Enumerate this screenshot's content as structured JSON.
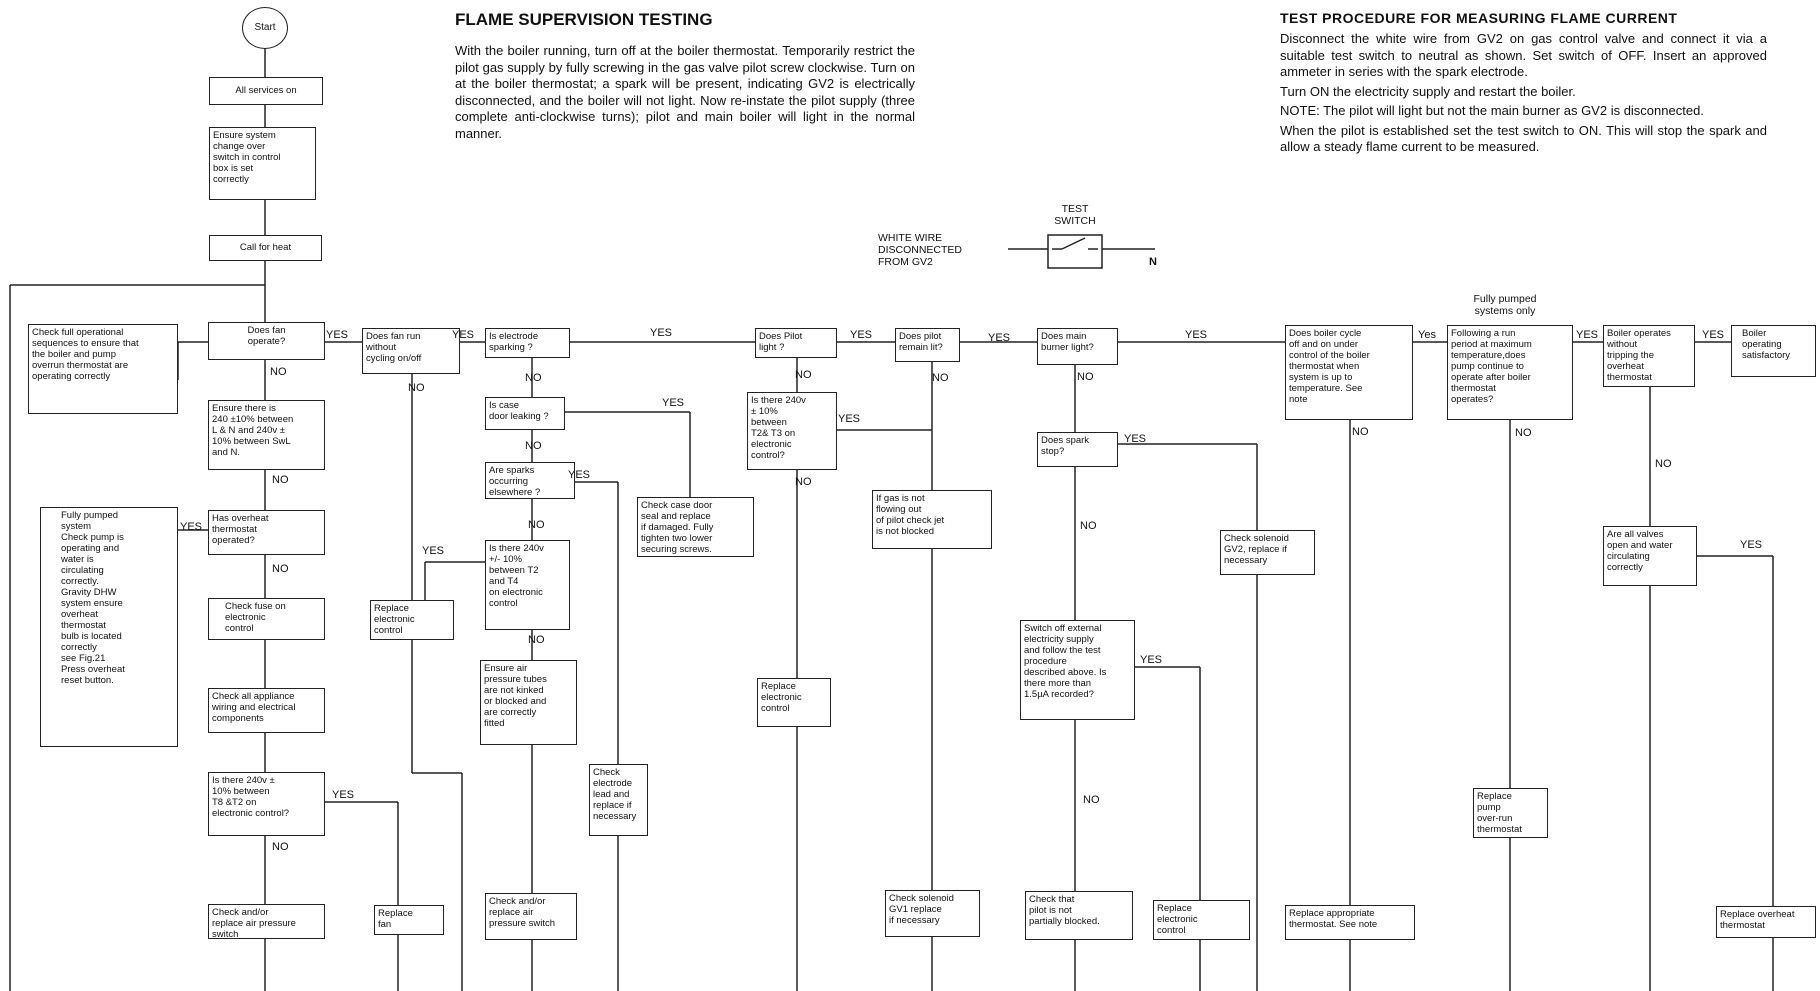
{
  "flame_supervision": {
    "title": "FLAME SUPERVISION TESTING",
    "body": "With the boiler running, turn off at the boiler thermostat. Temporarily restrict the pilot gas supply by fully screwing in the gas valve pilot screw clockwise. Turn on at the boiler thermostat; a spark will be present, indicating GV2 is electrically disconnected, and the boiler will not light. Now re-instate the pilot supply (three complete anti-clockwise turns); pilot and main boiler will light in the normal manner."
  },
  "test_procedure": {
    "title": "TEST PROCEDURE FOR MEASURING FLAME CURRENT",
    "paragraphs": [
      "Disconnect the white wire from GV2 on gas control valve and connect it via a suitable test switch to neutral as shown. Set switch of OFF. Insert an approved ammeter in series with the spark electrode.",
      "Turn ON the electricity supply and restart the boiler.",
      "NOTE: The pilot will light but not the main burner as GV2 is disconnected.",
      "When the pilot is established set the test switch to ON. This will stop the spark and allow a steady flame current to be measured."
    ]
  },
  "switch_diagram": {
    "test_switch_label": "TEST\nSWITCH",
    "wire_label": "WHITE WIRE\nDISCONNECTED\nFROM GV2",
    "neutral_label": "N"
  },
  "start_label": "Start",
  "yes": "YES",
  "no": "NO",
  "yes_lower": "Yes",
  "fully_pumped_note": "Fully pumped\nsystems only",
  "nodes": {
    "all_services": "All services on",
    "ensure_changeover": "Ensure system\nchange over\nswitch in control\nbox is set\ncorrectly",
    "call_for_heat": "Call for heat",
    "check_operational": "Check full operational\nsequences to ensure that\nthe boiler and pump\noverrun thermostat are\noperating correctly",
    "fan_operate": "Does fan\noperate?",
    "ensure_240v": "Ensure there is\n240 ±10% between\nL & N and 240v ±\n10% between SwL\nand N.",
    "fully_pumped": "Fully pumped\nsystem\nCheck pump is\noperating and\nwater is\ncirculating\ncorrectly.\nGravity DHW\nsystem ensure\noverheat\nthermostat\nbulb is located\ncorrectly\nsee Fig.21\nPress overheat\nreset button.",
    "overheat_operated": "Has overheat\nthermostat\noperated?",
    "check_fuse": "Check fuse on\nelectronic\ncontrol",
    "check_wiring": "Check all appliance\nwiring and electrical\ncomponents",
    "is_240v_t8": "Is there 240v ±\n10% between\nT8 &T2 on\nelectronic control?",
    "check_air_switch": "Check and/or\nreplace air pressure\nswitch",
    "fan_cycling": "Does fan run\nwithout\ncycling on/off",
    "replace_control_1": "Replace\nelectronic\ncontrol",
    "replace_fan": "Replace\nfan",
    "electrode_sparking": "Is electrode\nsparking ?",
    "case_leaking": "Is case\ndoor leaking ?",
    "sparks_elsewhere": "Are sparks\noccurring\nelsewhere ?",
    "is_240v_t2t4": "Is there 240v\n+/- 10%\nbetween T2\nand T4\non electronic\ncontrol",
    "ensure_tubes": "Ensure air\npressure tubes\nare not kinked\nor blocked and\nare correctly\nfitted",
    "check_case_seal": "Check case door\nseal and replace\nif damaged.  Fully\ntighten two lower\nsecuring screws.",
    "check_electrode_lead": "Check\nelectrode\nlead and\nreplace if\nnecessary",
    "check_pressure_switch": "Check and/or\nreplace air\npressure switch",
    "pilot_light": "Does Pilot\nlight ?",
    "is_240v_t2t3": "Is there 240v\n± 10%\nbetween\nT2& T3 on\nelectronic\ncontrol?",
    "replace_control_2": "Replace\nelectronic\ncontrol",
    "pilot_remain": "Does pilot\nremain lit?",
    "gas_flowing": "If gas is not\nflowing out\nof pilot check jet\nis not blocked",
    "check_gv1": "Check solenoid\nGV1 replace\nif necessary",
    "main_burner": "Does main\nburner light?",
    "spark_stop": "Does spark\nstop?",
    "switch_off": "Switch off external\nelectricity supply\nand follow the test\nprocedure\ndescribed above. Is\nthere more than\n1.5µA recorded?",
    "check_pilot_blocked": "Check that\npilot is not\npartially blocked.",
    "replace_control_3": "Replace\nelectronic\ncontrol",
    "check_gv2": "Check solenoid\nGV2, replace if\nnecessary",
    "boiler_cycle": "Does boiler cycle\noff and on under\ncontrol of the boiler\nthermostat when\nsystem is up to\ntemperature. See\nnote",
    "replace_thermostat": "Replace appropriate\nthermostat. See note",
    "following_run": "Following a run\nperiod at maximum\ntemperature,does\npump continue to\noperate after boiler\nthermostat\noperates?",
    "replace_pump_stat": "Replace\npump\nover-run\nthermostat",
    "boiler_operates": "Boiler operates\nwithout\ntripping the\noverheat\nthermostat",
    "boiler_satisfactory": "Boiler\noperating\nsatisfactory",
    "valves_open": "Are all valves\nopen and water\ncirculating\ncorrectly",
    "replace_overheat": "Replace overheat\nthermostat"
  }
}
